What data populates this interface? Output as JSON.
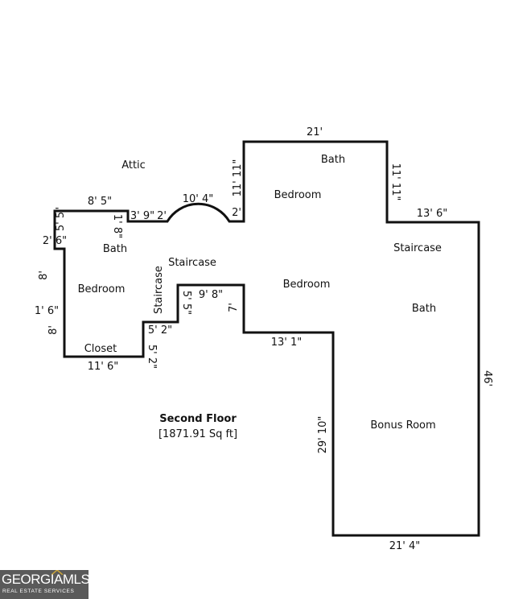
{
  "floor": {
    "title": "Second Floor",
    "area": "[1871.91 Sq ft]"
  },
  "rooms": {
    "attic": "Attic",
    "bath_top": "Bath",
    "bedroom_top": "Bedroom",
    "bath_left": "Bath",
    "staircase_center": "Staircase",
    "staircase_right": "Staircase",
    "bedroom_left": "Bedroom",
    "staircase_vertical": "Staircase",
    "bedroom_center": "Bedroom",
    "bath_right": "Bath",
    "closet": "Closet",
    "bonus_room": "Bonus Room"
  },
  "dimensions": {
    "top_21": "21'",
    "right_11_11": "11' 11\"",
    "left_11_11": "11' 11\"",
    "arc_10_4": "10' 4\"",
    "top_8_5": "8' 5\"",
    "left_5_5": "5' 5\"",
    "seg_3_9": "3' 9\"",
    "seg_2a": "2'",
    "seg_2b": "2'",
    "seg_1_8": "1' 8\"",
    "seg_2_6": "2' 6\"",
    "right_13_6": "13' 6\"",
    "left_8a": "8'",
    "left_1_6": "1' 6\"",
    "left_8b": "8'",
    "stair_5_5": "5' 5\"",
    "stair_9_8": "9' 8\"",
    "stair_7": "7'",
    "stair_5_2a": "5' 2\"",
    "stair_5_2b": "5' 2\"",
    "bottom_11_6": "11' 6\"",
    "mid_13_1": "13' 1\"",
    "right_46": "46'",
    "bonus_29_10": "29' 10\"",
    "bottom_21_4": "21' 4\""
  },
  "logo": {
    "name": "GEORGIAMLS",
    "tagline": "REAL ESTATE SERVICES"
  }
}
